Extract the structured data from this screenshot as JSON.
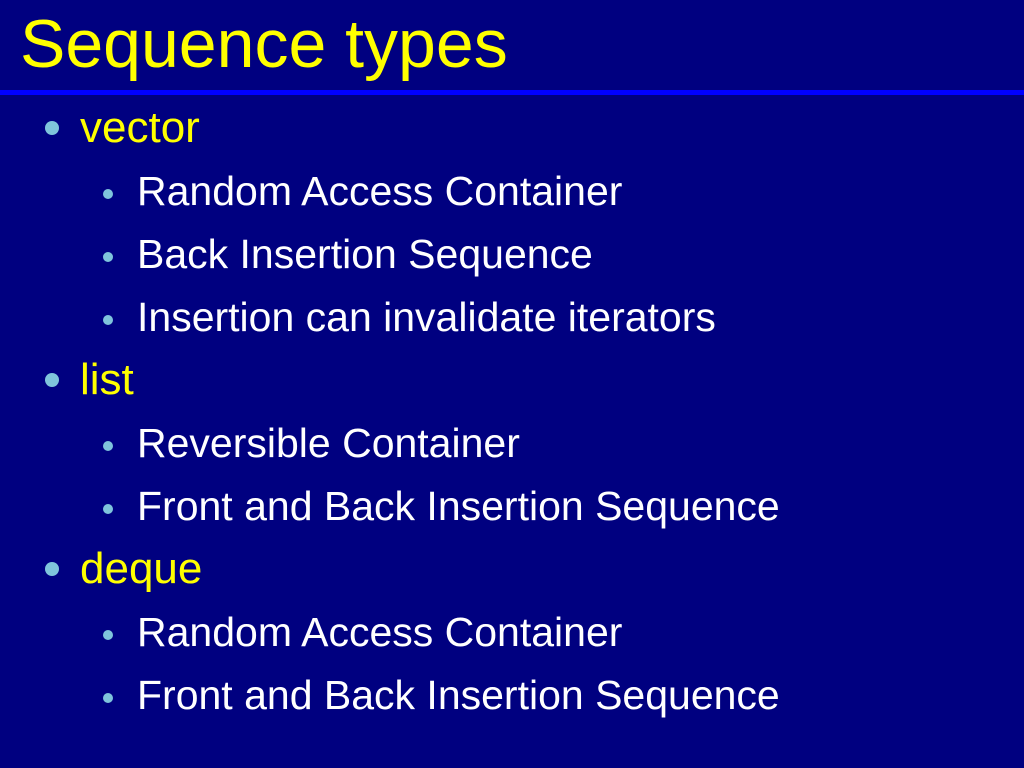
{
  "slide": {
    "title": "Sequence types",
    "colors": {
      "background": "#000080",
      "title_text": "#FFFF00",
      "rule": "#0000FF",
      "level1_text": "#FFFF00",
      "level2_text": "#FFFFFF",
      "bullet": "#7FC4DC"
    },
    "bullets": [
      {
        "level": 1,
        "text": "vector"
      },
      {
        "level": 2,
        "text": "Random Access Container"
      },
      {
        "level": 2,
        "text": "Back Insertion Sequence"
      },
      {
        "level": 2,
        "text": "Insertion can invalidate iterators"
      },
      {
        "level": 1,
        "text": "list"
      },
      {
        "level": 2,
        "text": "Reversible Container"
      },
      {
        "level": 2,
        "text": "Front and Back Insertion Sequence"
      },
      {
        "level": 1,
        "text": "deque"
      },
      {
        "level": 2,
        "text": "Random Access Container"
      },
      {
        "level": 2,
        "text": "Front and Back Insertion Sequence"
      }
    ]
  }
}
